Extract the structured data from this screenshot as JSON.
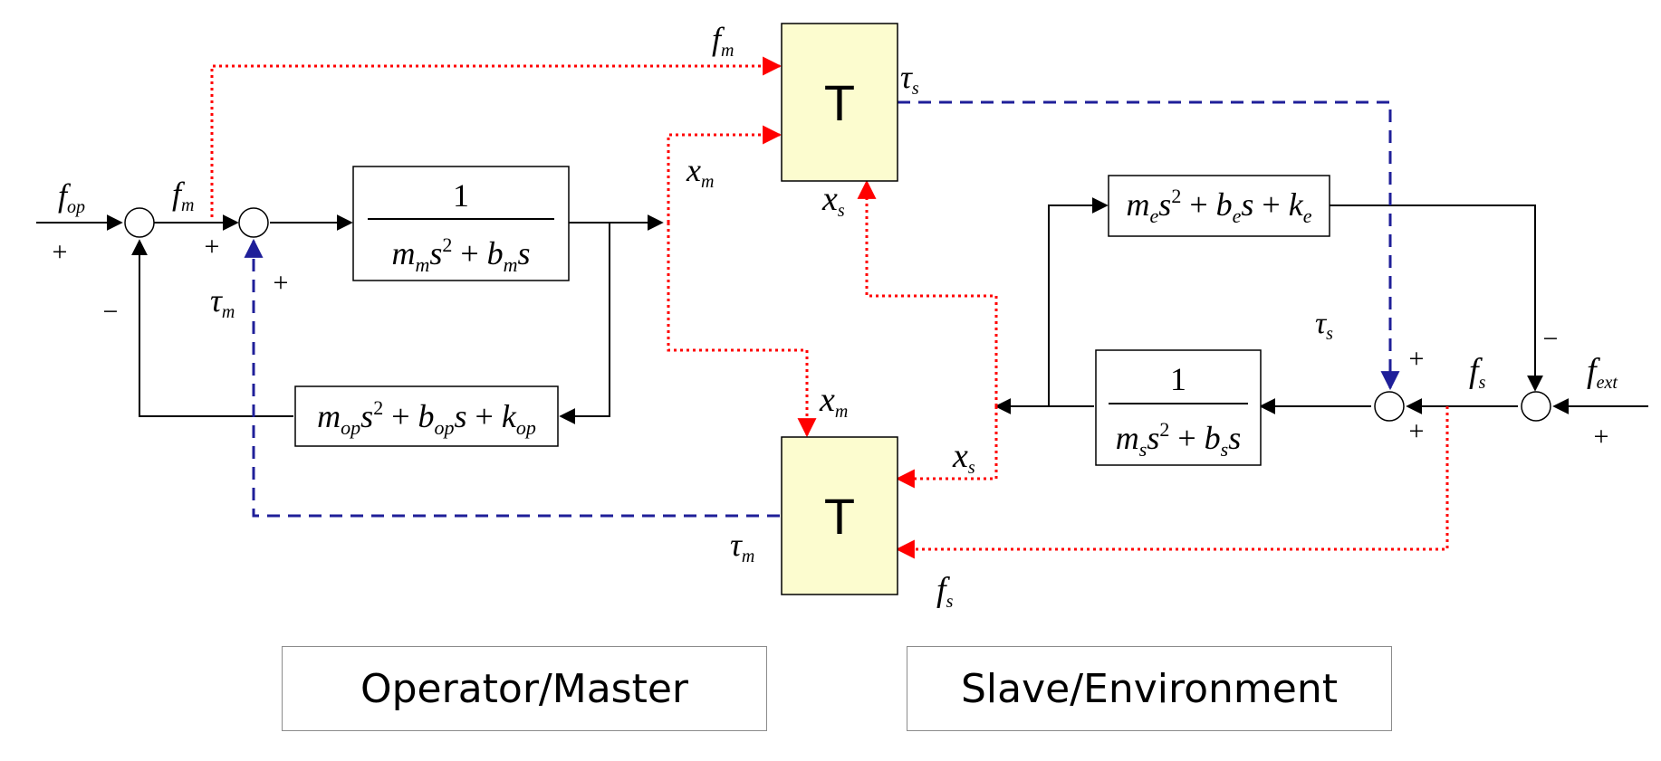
{
  "colors": {
    "force_signal": "#ff0000",
    "torque_signal": "#1f1f99",
    "transport_block_fill": "#fcfccf",
    "wire": "#000000"
  },
  "labels": {
    "f_op": {
      "base": "f",
      "sub": "op"
    },
    "f_m_top": {
      "base": "f",
      "sub": "m"
    },
    "f_m_left": {
      "base": "f",
      "sub": "m"
    },
    "tau_m_left": {
      "base": "τ",
      "sub": "m"
    },
    "x_m_top": {
      "base": "x",
      "sub": "m"
    },
    "tau_s_top": {
      "base": "τ",
      "sub": "s"
    },
    "x_s_top": {
      "base": "x",
      "sub": "s"
    },
    "tau_s_right": {
      "base": "τ",
      "sub": "s"
    },
    "f_s_right": {
      "base": "f",
      "sub": "s"
    },
    "f_ext": {
      "base": "f",
      "sub": "ext"
    },
    "x_m_bottom": {
      "base": "x",
      "sub": "m"
    },
    "x_s_bottom": {
      "base": "x",
      "sub": "s"
    },
    "tau_m_bottom": {
      "base": "τ",
      "sub": "m"
    },
    "f_s_bottom": {
      "base": "f",
      "sub": "s"
    }
  },
  "signs": {
    "plus": "+",
    "minus": "−"
  },
  "blocks": {
    "master_plant": {
      "numerator": "1"
    },
    "slave_plant": {
      "numerator": "1"
    },
    "t_top": "T",
    "t_bottom": "T"
  },
  "legend": {
    "operator_master": "Operator/Master",
    "slave_environment": "Slave/Environment"
  }
}
